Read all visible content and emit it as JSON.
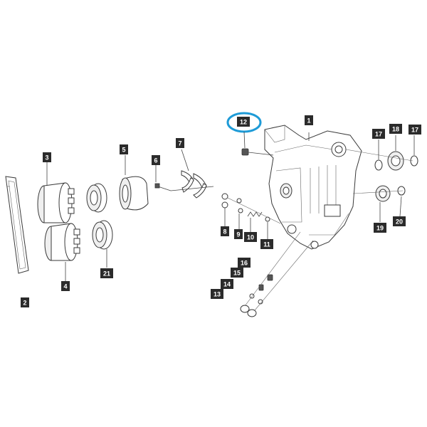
{
  "diagram": {
    "highlight_color": "#1e9bd7",
    "highlighted_callout": "12",
    "callouts": {
      "c1": "1",
      "c2": "2",
      "c3": "3",
      "c4": "4",
      "c5": "5",
      "c6": "6",
      "c7": "7",
      "c8": "8",
      "c9": "9",
      "c10": "10",
      "c11": "11",
      "c12": "12",
      "c13": "13",
      "c14": "14",
      "c15": "15",
      "c16": "16",
      "c17a": "17",
      "c17b": "17",
      "c18": "18",
      "c19": "19",
      "c20": "20",
      "c21": "21"
    }
  }
}
